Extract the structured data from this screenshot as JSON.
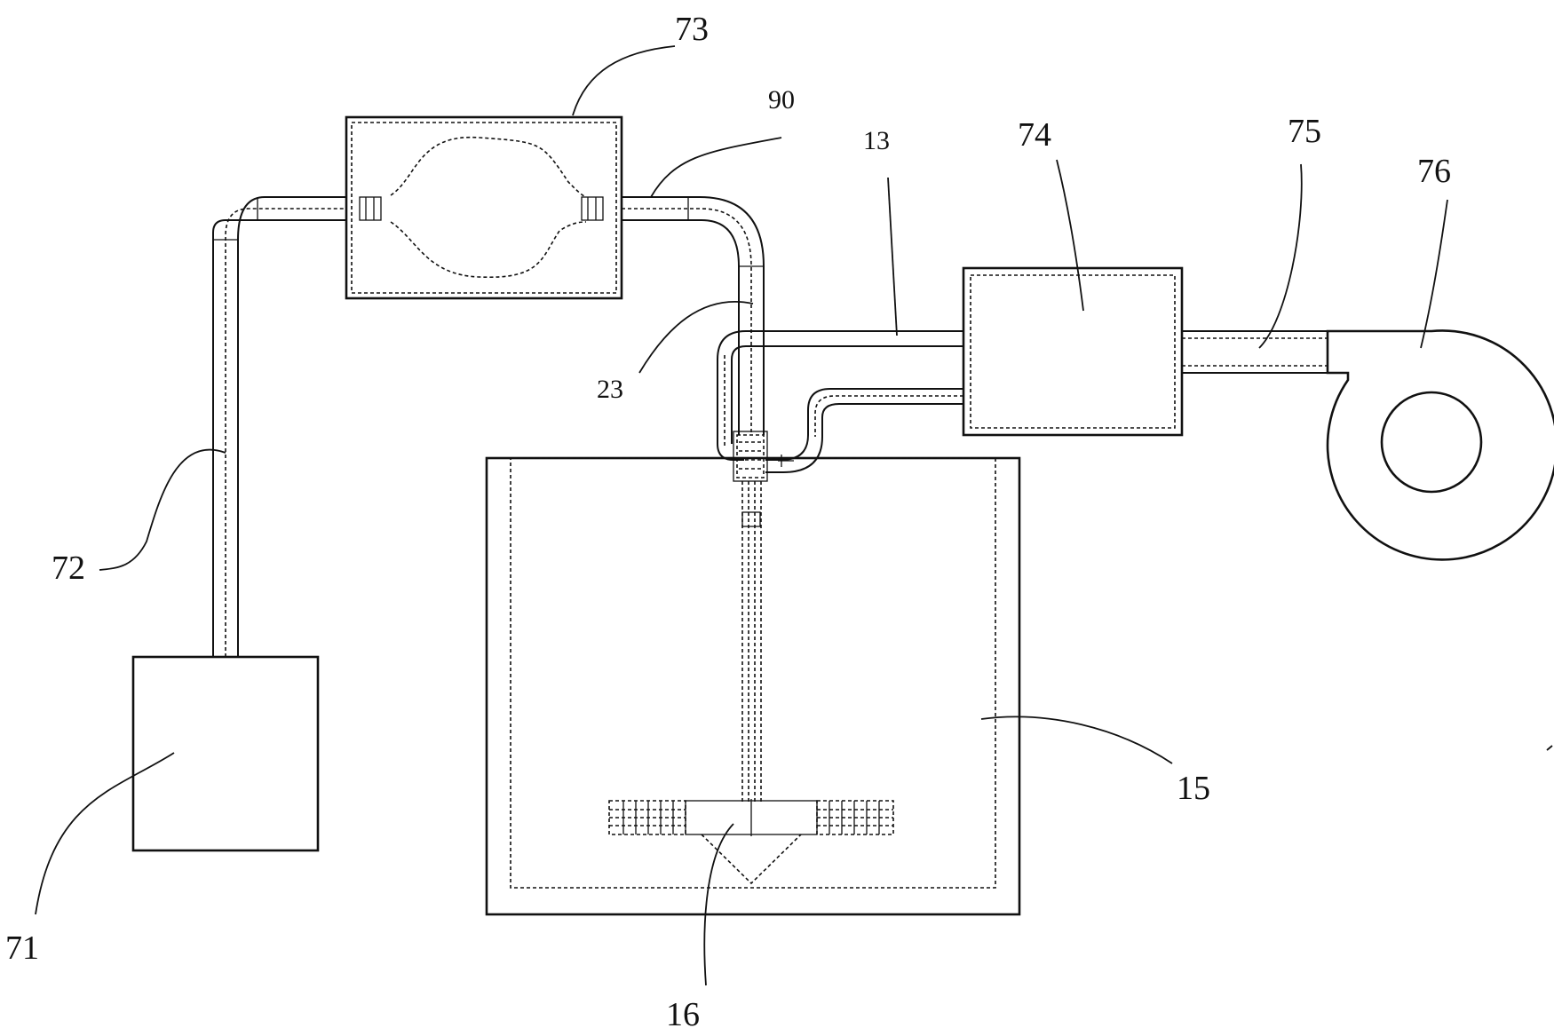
{
  "labels": {
    "suction_device": "71",
    "pipe_a": "72",
    "filter_bag_box": "73",
    "pipe_b": "90",
    "pipe_c": "13",
    "separator_box": "74",
    "outlet_pipe": "75",
    "blower": "76",
    "pipe_d": "23",
    "tank": "15",
    "stirring_impeller": "16"
  },
  "colors": {
    "line": "#111111",
    "background": "#ffffff"
  }
}
